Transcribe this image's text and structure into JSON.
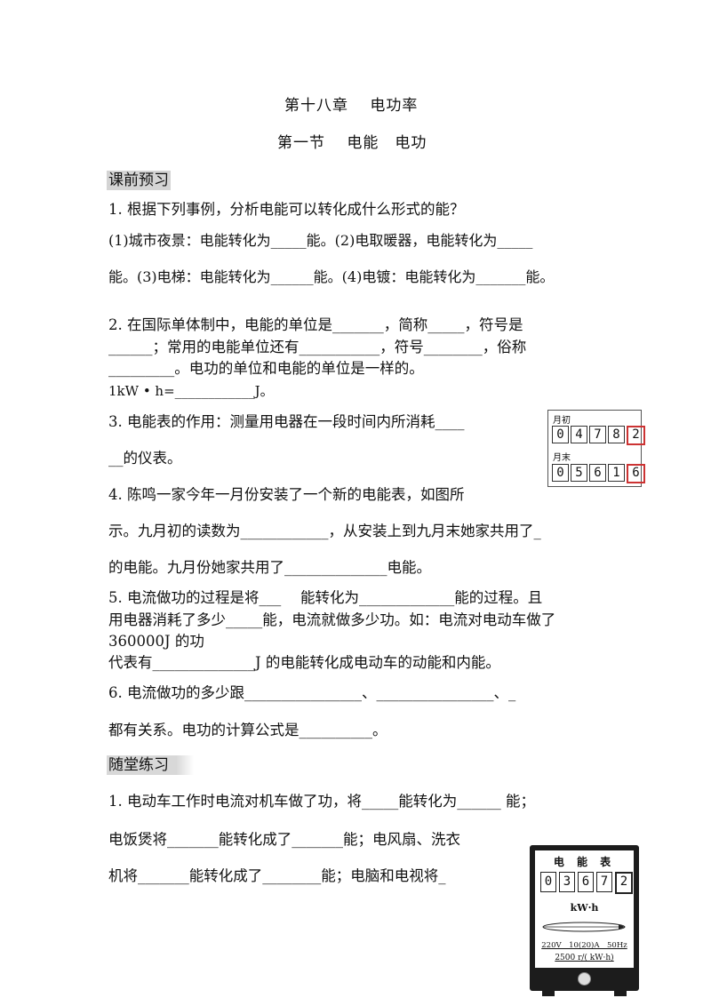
{
  "header": {
    "chapter": "第十八章　 电功率",
    "section": "第一节　 电能　电功"
  },
  "section_preview": "课前预习",
  "section_practice": "随堂练习",
  "lines": {
    "l1": "1.  根据下列事例，分析电能可以转化成什么形式的能？",
    "l2": "(1)城市夜景：电能转化为_____能。(2)电取暖器，电能转化为_____",
    "l3": "能。(3)电梯：电能转化为______能。(4)电镀：电能转化为_______能。",
    "l4": "2.  在国际单体制中，电能的单位是_______，简称_____，符号是",
    "l5": "______；常用的电能单位还有___________，符号________，俗称",
    "l6": "_________。电功的单位和电能的单位是一样的。",
    "l7": "1kW • h=____________J。",
    "l8": "3.  电能表的作用：测量用电器在一段时间内所消耗____",
    "l9": "__的仪表。",
    "l10": "4.  陈鸣一家今年一月份安装了一个新的电能表，如图所",
    "l11": "示。九月初的读数为____________，从安装上到九月末她家共用了_",
    "l12": "的电能。九月份她家共用了______________电能。",
    "l13": "5.  电流做功的过程是将___　 能转化为_____________能的过程。且",
    "l14": "用电器消耗了多少_____能，电流就做多少功。如：电流对电动车做了",
    "l15": "360000J 的功",
    "l16": "代表有______________J 的电能转化成电动车的动能和内能。",
    "l17": "6.  电流做功的多少跟________________、________________、_",
    "l18": "都有关系。电功的计算公式是__________。",
    "l19": "1.  电动车工作时电流对机车做了功，将_____能转化为______ 能；",
    "l20": "电饭煲将_______能转化成了_______能；电风扇、洗衣",
    "l21": "机将_______能转化成了________能；电脑和电视将_"
  },
  "meter_a": {
    "label_start": "月初",
    "label_end": "月末",
    "start_digits": [
      "0",
      "4",
      "7",
      "8",
      "2"
    ],
    "end_digits": [
      "0",
      "5",
      "6",
      "1",
      "6"
    ]
  },
  "meter_b": {
    "title": "电 能 表",
    "digits": [
      "0",
      "3",
      "6",
      "7",
      "2"
    ],
    "unit": "kW·h",
    "spec1": "220V　10(20)A　50Hz",
    "spec2": "2500 r/( kW·h)"
  }
}
